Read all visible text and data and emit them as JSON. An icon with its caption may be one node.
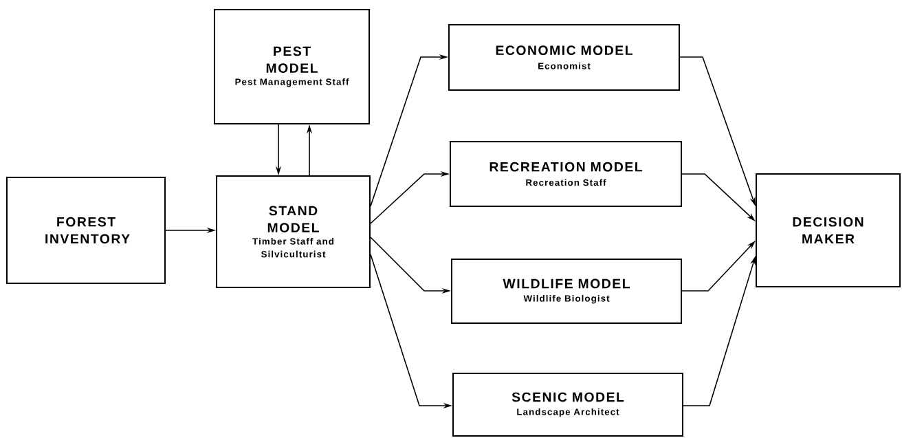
{
  "diagram": {
    "nodes": [
      {
        "text": [
          "FOREST INVENTORY"
        ]
      },
      {
        "text": [
          "PEST MODEL",
          "Pest Management Staff"
        ]
      },
      {
        "text": [
          "STAND MODEL",
          "Timber Staff and Silviculturist"
        ]
      },
      {
        "text": [
          "ECONOMIC MODEL",
          "Economist"
        ]
      },
      {
        "text": [
          "RECREATION MODEL",
          "Recreation Staff"
        ]
      },
      {
        "text": [
          "WILDLIFE MODEL",
          "Wildlife Biologist"
        ]
      },
      {
        "text": [
          "SCENIC MODEL",
          "Landscape Architect"
        ]
      },
      {
        "text": [
          "DECISION MAKER"
        ]
      }
    ],
    "edges": [
      {
        "from": 0,
        "to": 2,
        "arrow": "to"
      },
      {
        "from": 1,
        "to": 2,
        "arrow": "to"
      },
      {
        "from": 2,
        "to": 1,
        "arrow": "to"
      },
      {
        "from": 2,
        "to": 3,
        "arrow": "to"
      },
      {
        "from": 2,
        "to": 4,
        "arrow": "to"
      },
      {
        "from": 2,
        "to": 5,
        "arrow": "to"
      },
      {
        "from": 2,
        "to": 6,
        "arrow": "to"
      },
      {
        "from": 3,
        "to": 7,
        "arrow": "to"
      },
      {
        "from": 4,
        "to": 7,
        "arrow": "to"
      },
      {
        "from": 5,
        "to": 7,
        "arrow": "to"
      },
      {
        "from": 6,
        "to": 7,
        "arrow": "to"
      }
    ]
  }
}
